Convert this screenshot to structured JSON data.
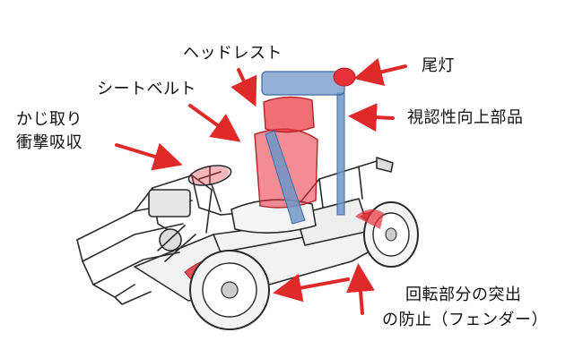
{
  "labels": {
    "headrest": "ヘッドレスト",
    "seatbelt": "シートベルト",
    "steering_line1": "かじ取り",
    "steering_line2": "衝撃吸収",
    "taillight": "尾灯",
    "visibility": "視認性向上部品",
    "fender_line1": "回転部分の突出",
    "fender_line2": "の防止（フェンダー）"
  },
  "colors": {
    "highlight_red": "#e8323a",
    "highlight_blue": "#6f97c9",
    "arrow_red": "#e02a2a",
    "line_drawing": "#2b2b2b"
  }
}
